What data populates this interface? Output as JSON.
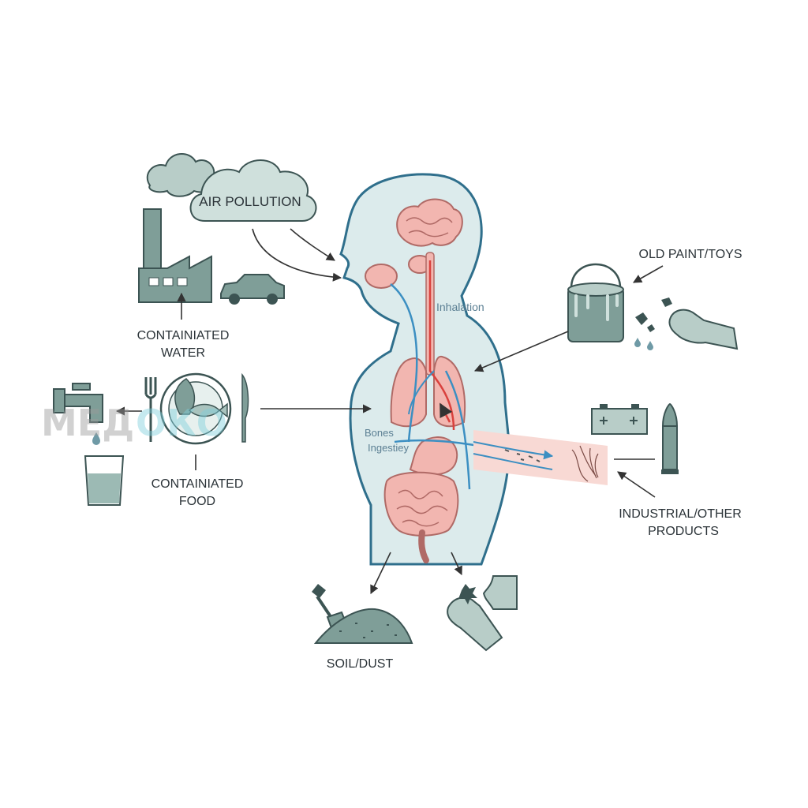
{
  "labels": {
    "air_pollution": "AIR POLLUTION",
    "contaminated_water_line1": "CONTAINIATED",
    "contaminated_water_line2": "WATER",
    "contaminated_food_line1": "CONTAINIATED",
    "contaminated_food_line2": "FOOD",
    "old_paint_toys": "OLD PAINT/TOYS",
    "industrial_line1": "INDUSTRIAL/OTHER",
    "industrial_line2": "PRODUCTS",
    "soil_dust": "SOIL/DUST",
    "inhalation": "Inhalation",
    "bones": "Bones",
    "ingestion": "Ingestiey"
  },
  "watermark": {
    "part1": "МЕД",
    "part2": "ОКО"
  },
  "colors": {
    "body_fill": "#dcebec",
    "body_outline": "#2f6f8c",
    "organ": "#f2b6b0",
    "icon": "#7f9e98",
    "vessel_blue": "#3c8fc2",
    "vessel_red": "#d9413d"
  },
  "icons": [
    "factory-icon",
    "smoke-cloud-icon",
    "car-icon",
    "water-tap-icon",
    "water-glass-icon",
    "fork-icon",
    "plate-icon",
    "knife-icon",
    "paint-can-icon",
    "hand-icon",
    "battery-icon",
    "bullet-icon",
    "shovel-icon",
    "soil-pile-icon"
  ]
}
